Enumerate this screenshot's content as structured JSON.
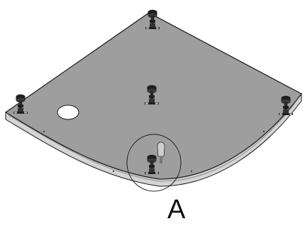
{
  "diagram": {
    "callout_label": "A",
    "colors": {
      "tray_top": "#9e9e9e",
      "tray_edge": "#d4d4d4",
      "tray_outline": "#1a1a1a",
      "foot_dark": "#1e1e1e",
      "foot_mid": "#4a4a4a",
      "drain_hole": "#ffffff",
      "detail_circle": "#1a1a1a",
      "background": "#ffffff"
    },
    "parts": [
      "shower-tray-base",
      "adjustable-foot-back",
      "adjustable-foot-center",
      "adjustable-foot-left",
      "adjustable-foot-right",
      "adjustable-foot-front",
      "drain-hole",
      "front-support-bolt",
      "detail-circle"
    ]
  }
}
